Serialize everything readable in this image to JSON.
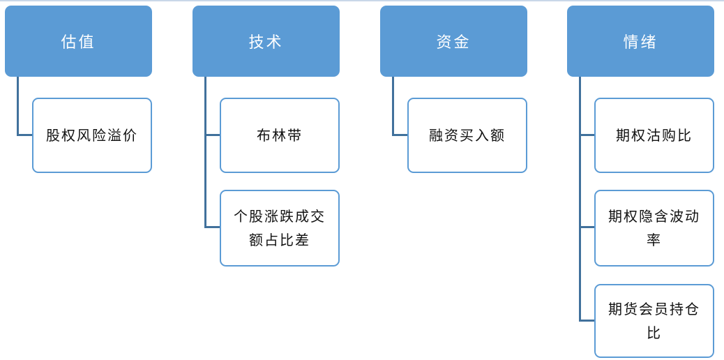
{
  "columns": [
    {
      "header": "估值",
      "children": [
        "股权风险溢价"
      ]
    },
    {
      "header": "技术",
      "children": [
        "布林带",
        "个股涨跌成交额占比差"
      ]
    },
    {
      "header": "资金",
      "children": [
        "融资买入额"
      ]
    },
    {
      "header": "情绪",
      "children": [
        "期权沽购比",
        "期权隐含波动率",
        "期货会员持仓比"
      ]
    }
  ]
}
